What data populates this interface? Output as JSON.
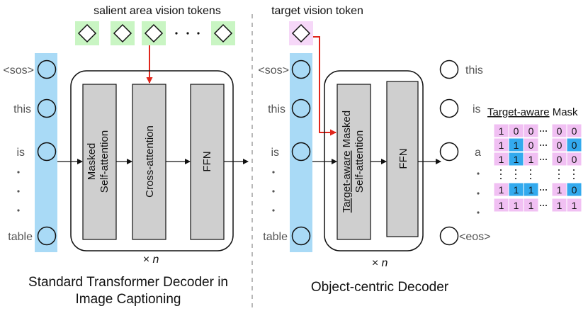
{
  "colors": {
    "token_bar": "#a9daf6",
    "salient_token_bg": "#c9f5c3",
    "target_token_bg": "#f6d8f8",
    "block_fill": "#cfcfcf",
    "arrow_red": "#e0261c",
    "mask_pink": "#f1c0f3",
    "mask_blue": "#33aaee"
  },
  "left": {
    "top_label": "salient area vision tokens",
    "input_tokens": [
      "<sos>",
      "this",
      "is",
      "table"
    ],
    "blocks": [
      "Masked Self-attention",
      "Cross-attention",
      "FFN"
    ],
    "block_line1": "Masked",
    "block_line2": "Self-attention",
    "repeat_label": "× n",
    "caption_line1": "Standard Transformer Decoder in",
    "caption_line2": "Image Captioning"
  },
  "right": {
    "top_label": "target vision token",
    "input_tokens": [
      "<sos>",
      "this",
      "is",
      "table"
    ],
    "block_line1_underlined": "Target-aware",
    "block_line1_rest": " Masked",
    "block_line2": "Self-attention",
    "ffn_label": "FFN",
    "output_tokens": [
      "this",
      "is",
      "a",
      "<eos>"
    ],
    "mask_title_underlined": "Target-aware",
    "mask_title_rest": " Mask",
    "mask_rows": [
      [
        "1",
        "0",
        "0",
        "0",
        "0"
      ],
      [
        "1",
        "1",
        "0",
        "0",
        "0"
      ],
      [
        "1",
        "1",
        "1",
        "0",
        "0"
      ],
      [
        "1",
        "1",
        "1",
        "1",
        "0"
      ],
      [
        "1",
        "1",
        "1",
        "1",
        "1"
      ]
    ],
    "mask_blue_cells": [
      [
        1,
        1
      ],
      [
        2,
        1
      ],
      [
        1,
        4
      ],
      [
        3,
        1
      ],
      [
        3,
        2
      ],
      [
        3,
        4
      ]
    ],
    "repeat_label": "× n",
    "caption": "Object-centric Decoder"
  }
}
